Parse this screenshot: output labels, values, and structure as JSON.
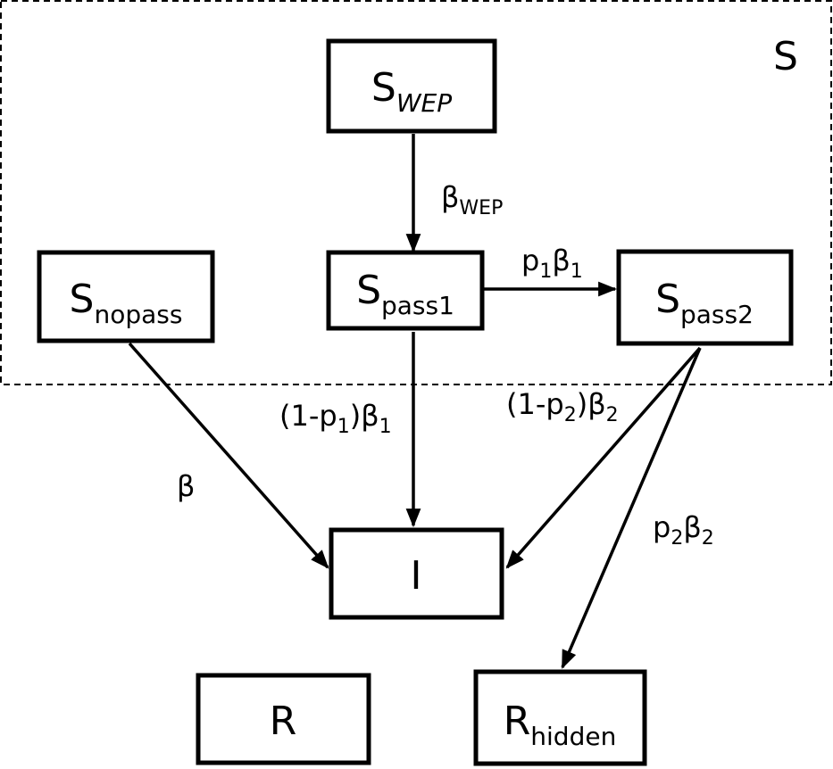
{
  "group": {
    "label": "S"
  },
  "nodes": {
    "s_wep": {
      "main": "S",
      "sub": "WEP"
    },
    "s_nopass": {
      "main": "S",
      "sub": "nopass"
    },
    "s_pass1": {
      "main": "S",
      "sub": "pass1"
    },
    "s_pass2": {
      "main": "S",
      "sub": "pass2"
    },
    "i": {
      "main": "I"
    },
    "r": {
      "main": "R"
    },
    "r_hidden": {
      "main": "R",
      "sub": "hidden"
    }
  },
  "edges": {
    "wep_to_pass1": {
      "a": "β",
      "a_sub": "WEP"
    },
    "pass1_to_pass2": {
      "a": "p",
      "a_sub": "1",
      "b": "β",
      "b_sub": "1"
    },
    "pass1_to_i": {
      "a": "(1-p",
      "a_sub": "1",
      "b": ")β",
      "b_sub": "1"
    },
    "pass2_to_i": {
      "a": "(1-p",
      "a_sub": "2",
      "b": ")β",
      "b_sub": "2"
    },
    "nopass_to_i": {
      "a": "β"
    },
    "pass2_to_r_hidden": {
      "a": "p",
      "a_sub": "2",
      "b": "β",
      "b_sub": "2"
    }
  }
}
